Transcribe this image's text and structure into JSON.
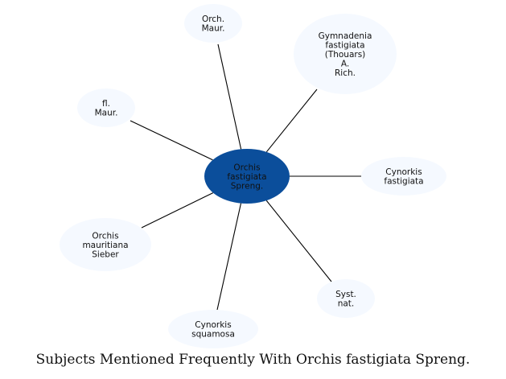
{
  "caption": "Subjects Mentioned Frequently With Orchis fastigiata Spreng.",
  "colors": {
    "center_fill": "#0b4e9b",
    "node_fill": "#f5f9ff",
    "edge": "#000000"
  },
  "center": {
    "lines": [
      "Orchis",
      "fastigiata",
      "Spreng."
    ]
  },
  "nodes": [
    {
      "id": "orch-maur",
      "lines": [
        "Orch.",
        "Maur."
      ]
    },
    {
      "id": "gymnadenia-fastigiata",
      "lines": [
        "Gymnadenia",
        "fastigiata",
        "(Thouars)",
        "A.",
        "Rich."
      ]
    },
    {
      "id": "fl-maur",
      "lines": [
        "fl.",
        "Maur."
      ]
    },
    {
      "id": "cynorkis-fastigiata",
      "lines": [
        "Cynorkis",
        "fastigiata"
      ]
    },
    {
      "id": "orchis-mauritiana-sieber",
      "lines": [
        "Orchis",
        "mauritiana",
        "Sieber"
      ]
    },
    {
      "id": "syst-nat",
      "lines": [
        "Syst.",
        "nat."
      ]
    },
    {
      "id": "cynorkis-squamosa",
      "lines": [
        "Cynorkis",
        "squamosa"
      ]
    }
  ]
}
